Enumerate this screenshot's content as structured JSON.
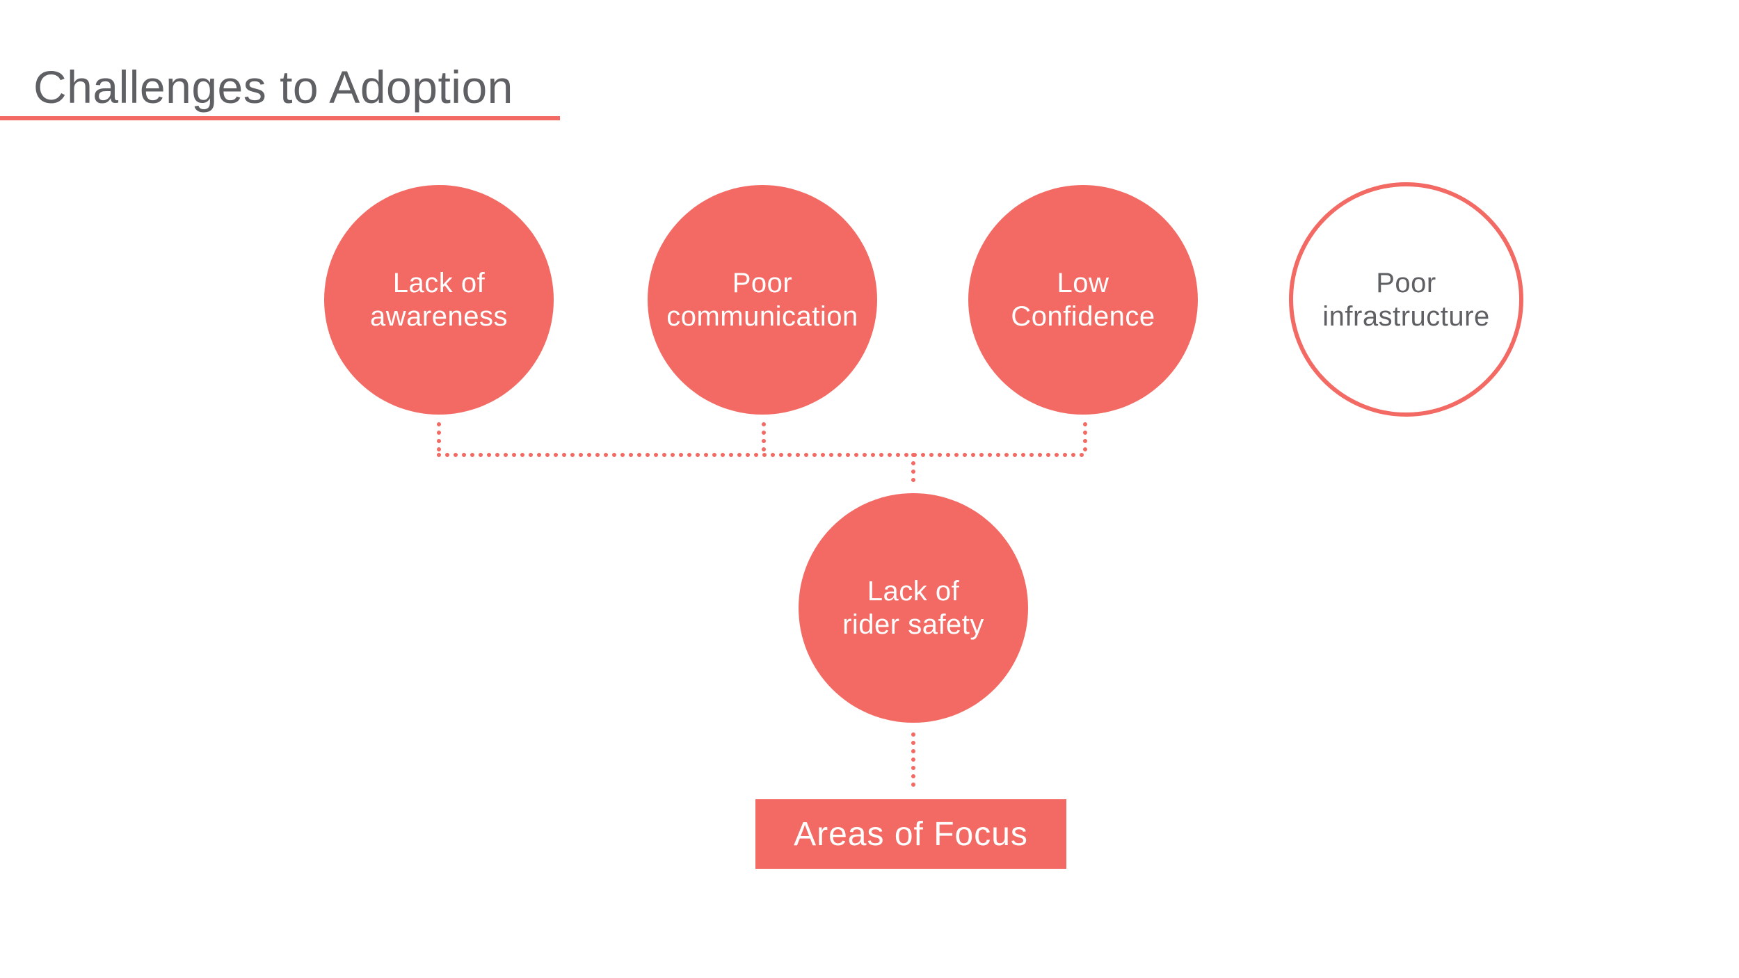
{
  "colors": {
    "accent": "#f26a63",
    "text_gray": "#5f6064"
  },
  "header": {
    "title": "Challenges to Adoption"
  },
  "challenges": [
    {
      "label": "Lack of\nawareness",
      "style": "filled"
    },
    {
      "label": "Poor\ncommunication",
      "style": "filled"
    },
    {
      "label": "Low\nConfidence",
      "style": "filled"
    },
    {
      "label": "Poor\ninfrastructure",
      "style": "outline"
    }
  ],
  "root_cause": {
    "label": "Lack of\nrider safety"
  },
  "focus": {
    "label": "Areas of Focus"
  }
}
